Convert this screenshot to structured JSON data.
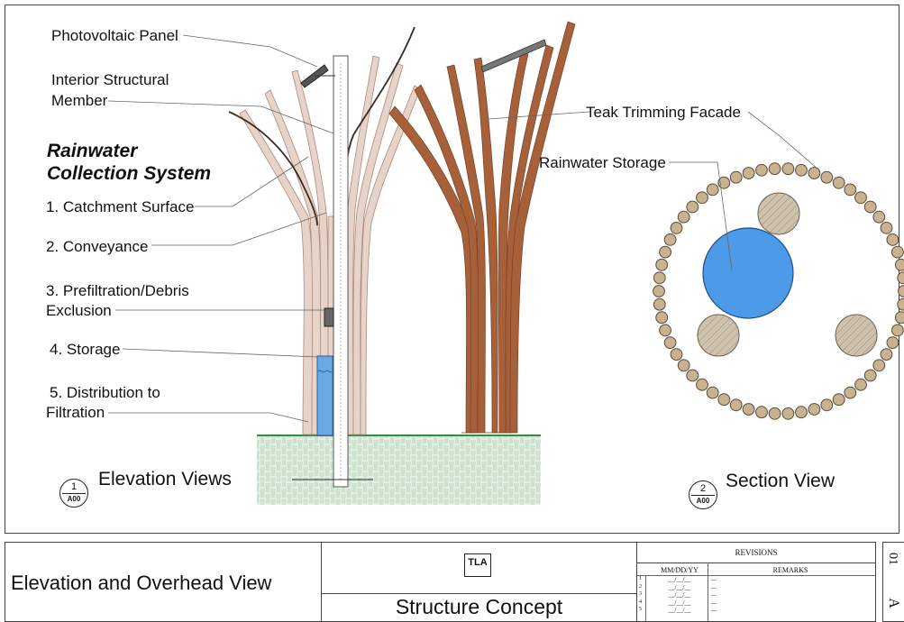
{
  "labels": {
    "pv_panel": "Photovoltaic Panel",
    "interior_member_1": "Interior Structural",
    "interior_member_2": "Member",
    "system_title_1": "Rainwater",
    "system_title_2": "Collection System",
    "catchment": "1. Catchment Surface",
    "conveyance": "2. Conveyance",
    "prefilt_1": "3. Prefiltration/Debris",
    "prefilt_2": "Exclusion",
    "storage": "4. Storage",
    "dist_1": "5. Distribution to",
    "dist_2": "Filtration",
    "teak": "Teak Trimming Facade",
    "rain_storage": "Rainwater Storage"
  },
  "views": {
    "elevation": {
      "title": "Elevation Views",
      "number": "1",
      "sheet": "A00"
    },
    "section": {
      "title": "Section View",
      "number": "2",
      "sheet": "A00"
    }
  },
  "titleblock": {
    "drawing_title": "Elevation and Overhead View",
    "logo": "TLA",
    "project": "Structure Concept",
    "revisions_header": "REVISIONS",
    "col_date": "MM/DD/YY",
    "col_remarks": "REMARKS",
    "rows": [
      {
        "n": "1",
        "date": "__/__/__",
        "remark": "..."
      },
      {
        "n": "2",
        "date": "__/__/__",
        "remark": "..."
      },
      {
        "n": "3",
        "date": "__/__/__",
        "remark": "..."
      },
      {
        "n": "4",
        "date": "__/__/__",
        "remark": "..."
      },
      {
        "n": "5",
        "date": "__/__/__",
        "remark": "..."
      }
    ],
    "sheet_number": "01",
    "sheet_letter": "A"
  },
  "colors": {
    "teak": "#a6603a",
    "teak_light": "#e4d0c5",
    "water": "#4d9be8",
    "ground": "#dfeee0",
    "ground_line": "#2f8f3b",
    "column_fill": "#c9b28f"
  }
}
